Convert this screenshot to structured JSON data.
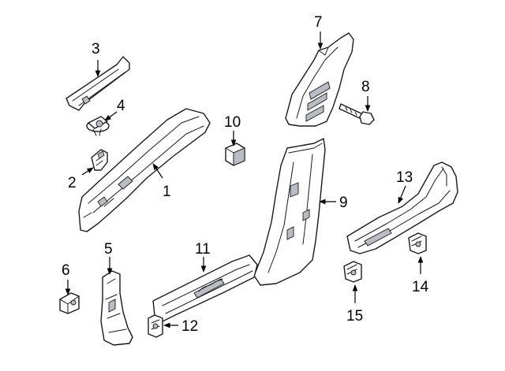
{
  "diagram": {
    "callouts": [
      {
        "id": "c1",
        "number": "1"
      },
      {
        "id": "c2",
        "number": "2"
      },
      {
        "id": "c3",
        "number": "3"
      },
      {
        "id": "c4",
        "number": "4"
      },
      {
        "id": "c5",
        "number": "5"
      },
      {
        "id": "c6",
        "number": "6"
      },
      {
        "id": "c7",
        "number": "7"
      },
      {
        "id": "c8",
        "number": "8"
      },
      {
        "id": "c9",
        "number": "9"
      },
      {
        "id": "c10",
        "number": "10"
      },
      {
        "id": "c11",
        "number": "11"
      },
      {
        "id": "c12",
        "number": "12"
      },
      {
        "id": "c13",
        "number": "13"
      },
      {
        "id": "c14",
        "number": "14"
      },
      {
        "id": "c15",
        "number": "15"
      }
    ]
  }
}
